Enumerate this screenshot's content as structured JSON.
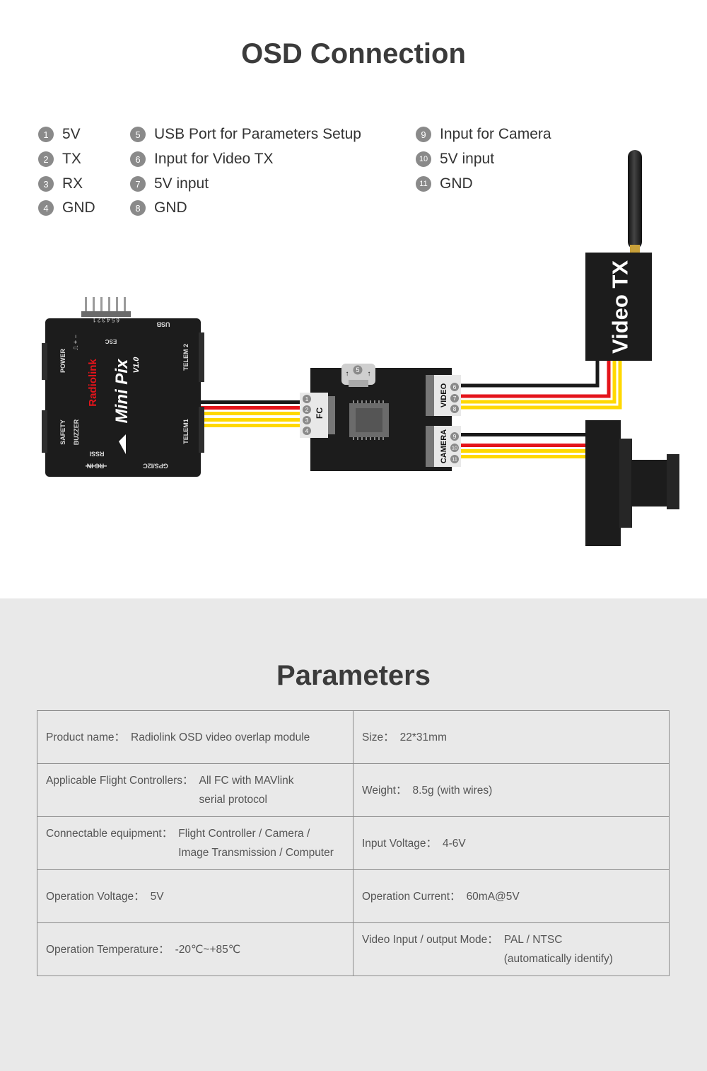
{
  "osd": {
    "title": "OSD Connection",
    "legend": [
      {
        "num": "1",
        "label": "5V"
      },
      {
        "num": "2",
        "label": "TX"
      },
      {
        "num": "3",
        "label": "RX"
      },
      {
        "num": "4",
        "label": "GND"
      },
      {
        "num": "5",
        "label": "USB Port for Parameters Setup"
      },
      {
        "num": "6",
        "label": "Input for Video TX"
      },
      {
        "num": "7",
        "label": "5V input"
      },
      {
        "num": "8",
        "label": "GND"
      },
      {
        "num": "9",
        "label": "Input for Camera"
      },
      {
        "num": "10",
        "label": "5V input"
      },
      {
        "num": "11",
        "label": "GND"
      }
    ]
  },
  "diagram": {
    "fc_board": {
      "brand": "Radiolink",
      "model": "Mini Pix",
      "version": "V1.0",
      "labels": {
        "power": "POWER",
        "safety": "SAFETY",
        "buzzer": "BUZZER",
        "esc": "ESC",
        "esc_symbols": "⎍ + −",
        "pins": "6 5 4 3 2 1",
        "usb": "USB",
        "telem2": "TELEM 2",
        "telem1": "TELEM1",
        "rssi": "RSSI",
        "rc_in": "RC IN",
        "gps": "GPS/I2C"
      }
    },
    "osd_module": {
      "fc_label": "FC",
      "video_label": "VIDEO",
      "camera_label": "CAMERA",
      "fc_pins": [
        "1",
        "2",
        "3",
        "4"
      ],
      "video_pins": [
        "6",
        "7",
        "8"
      ],
      "camera_pins": [
        "9",
        "10",
        "11"
      ],
      "usb_pin": "5"
    },
    "video_tx_label": "Video TX",
    "colors": {
      "wire_black": "#1a1a1a",
      "wire_red": "#e4141b",
      "wire_yellow": "#ffd800",
      "board": "#1c1c1c",
      "badge": "#8a8a8a"
    }
  },
  "parameters": {
    "title": "Parameters",
    "rows": [
      [
        {
          "label": "Product name：",
          "value": "Radiolink OSD video overlap module"
        },
        {
          "label": "Size：",
          "value": "22*31mm"
        }
      ],
      [
        {
          "label": "Applicable Flight Controllers：",
          "value": "All FC with MAVlink\nserial protocol"
        },
        {
          "label": "Weight：",
          "value": "8.5g (with wires)"
        }
      ],
      [
        {
          "label": "Connectable equipment：",
          "value": "Flight Controller / Camera /\nImage Transmission / Computer"
        },
        {
          "label": "Input Voltage：",
          "value": "4-6V"
        }
      ],
      [
        {
          "label": "Operation Voltage：",
          "value": "5V"
        },
        {
          "label": "Operation Current：",
          "value": "60mA@5V"
        }
      ],
      [
        {
          "label": "Operation Temperature：",
          "value": "-20℃~+85℃"
        },
        {
          "label": "Video Input / output Mode：",
          "value": "PAL / NTSC\n(automatically identify)"
        }
      ]
    ]
  }
}
